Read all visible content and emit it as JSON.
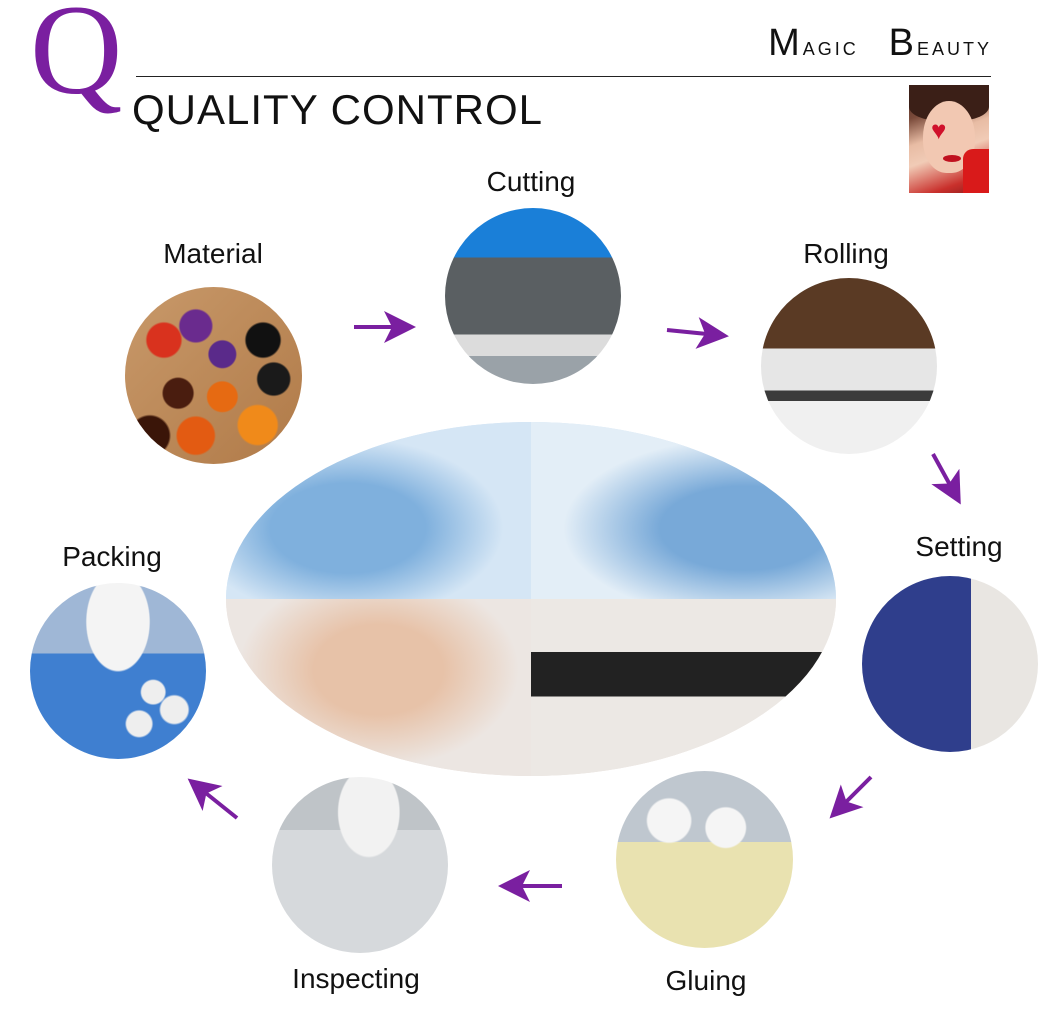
{
  "header": {
    "q_letter": "Q",
    "title": "QUALITY CONTROL",
    "brand_word1_cap": "M",
    "brand_word1_rest": "agic",
    "brand_word2_cap": "B",
    "brand_word2_rest": "eauty"
  },
  "steps": {
    "material": "Material",
    "cutting": "Cutting",
    "rolling": "Rolling",
    "setting": "Setting",
    "gluing": "Gluing",
    "inspecting": "Inspecting",
    "packing": "Packing"
  },
  "colors": {
    "accent": "#7a1fa0",
    "arrow": "#7a1fa0"
  },
  "icons": [
    "arrow-right-icon",
    "arrow-down-right-icon",
    "arrow-down-left-icon",
    "arrow-left-icon",
    "arrow-up-left-icon"
  ]
}
